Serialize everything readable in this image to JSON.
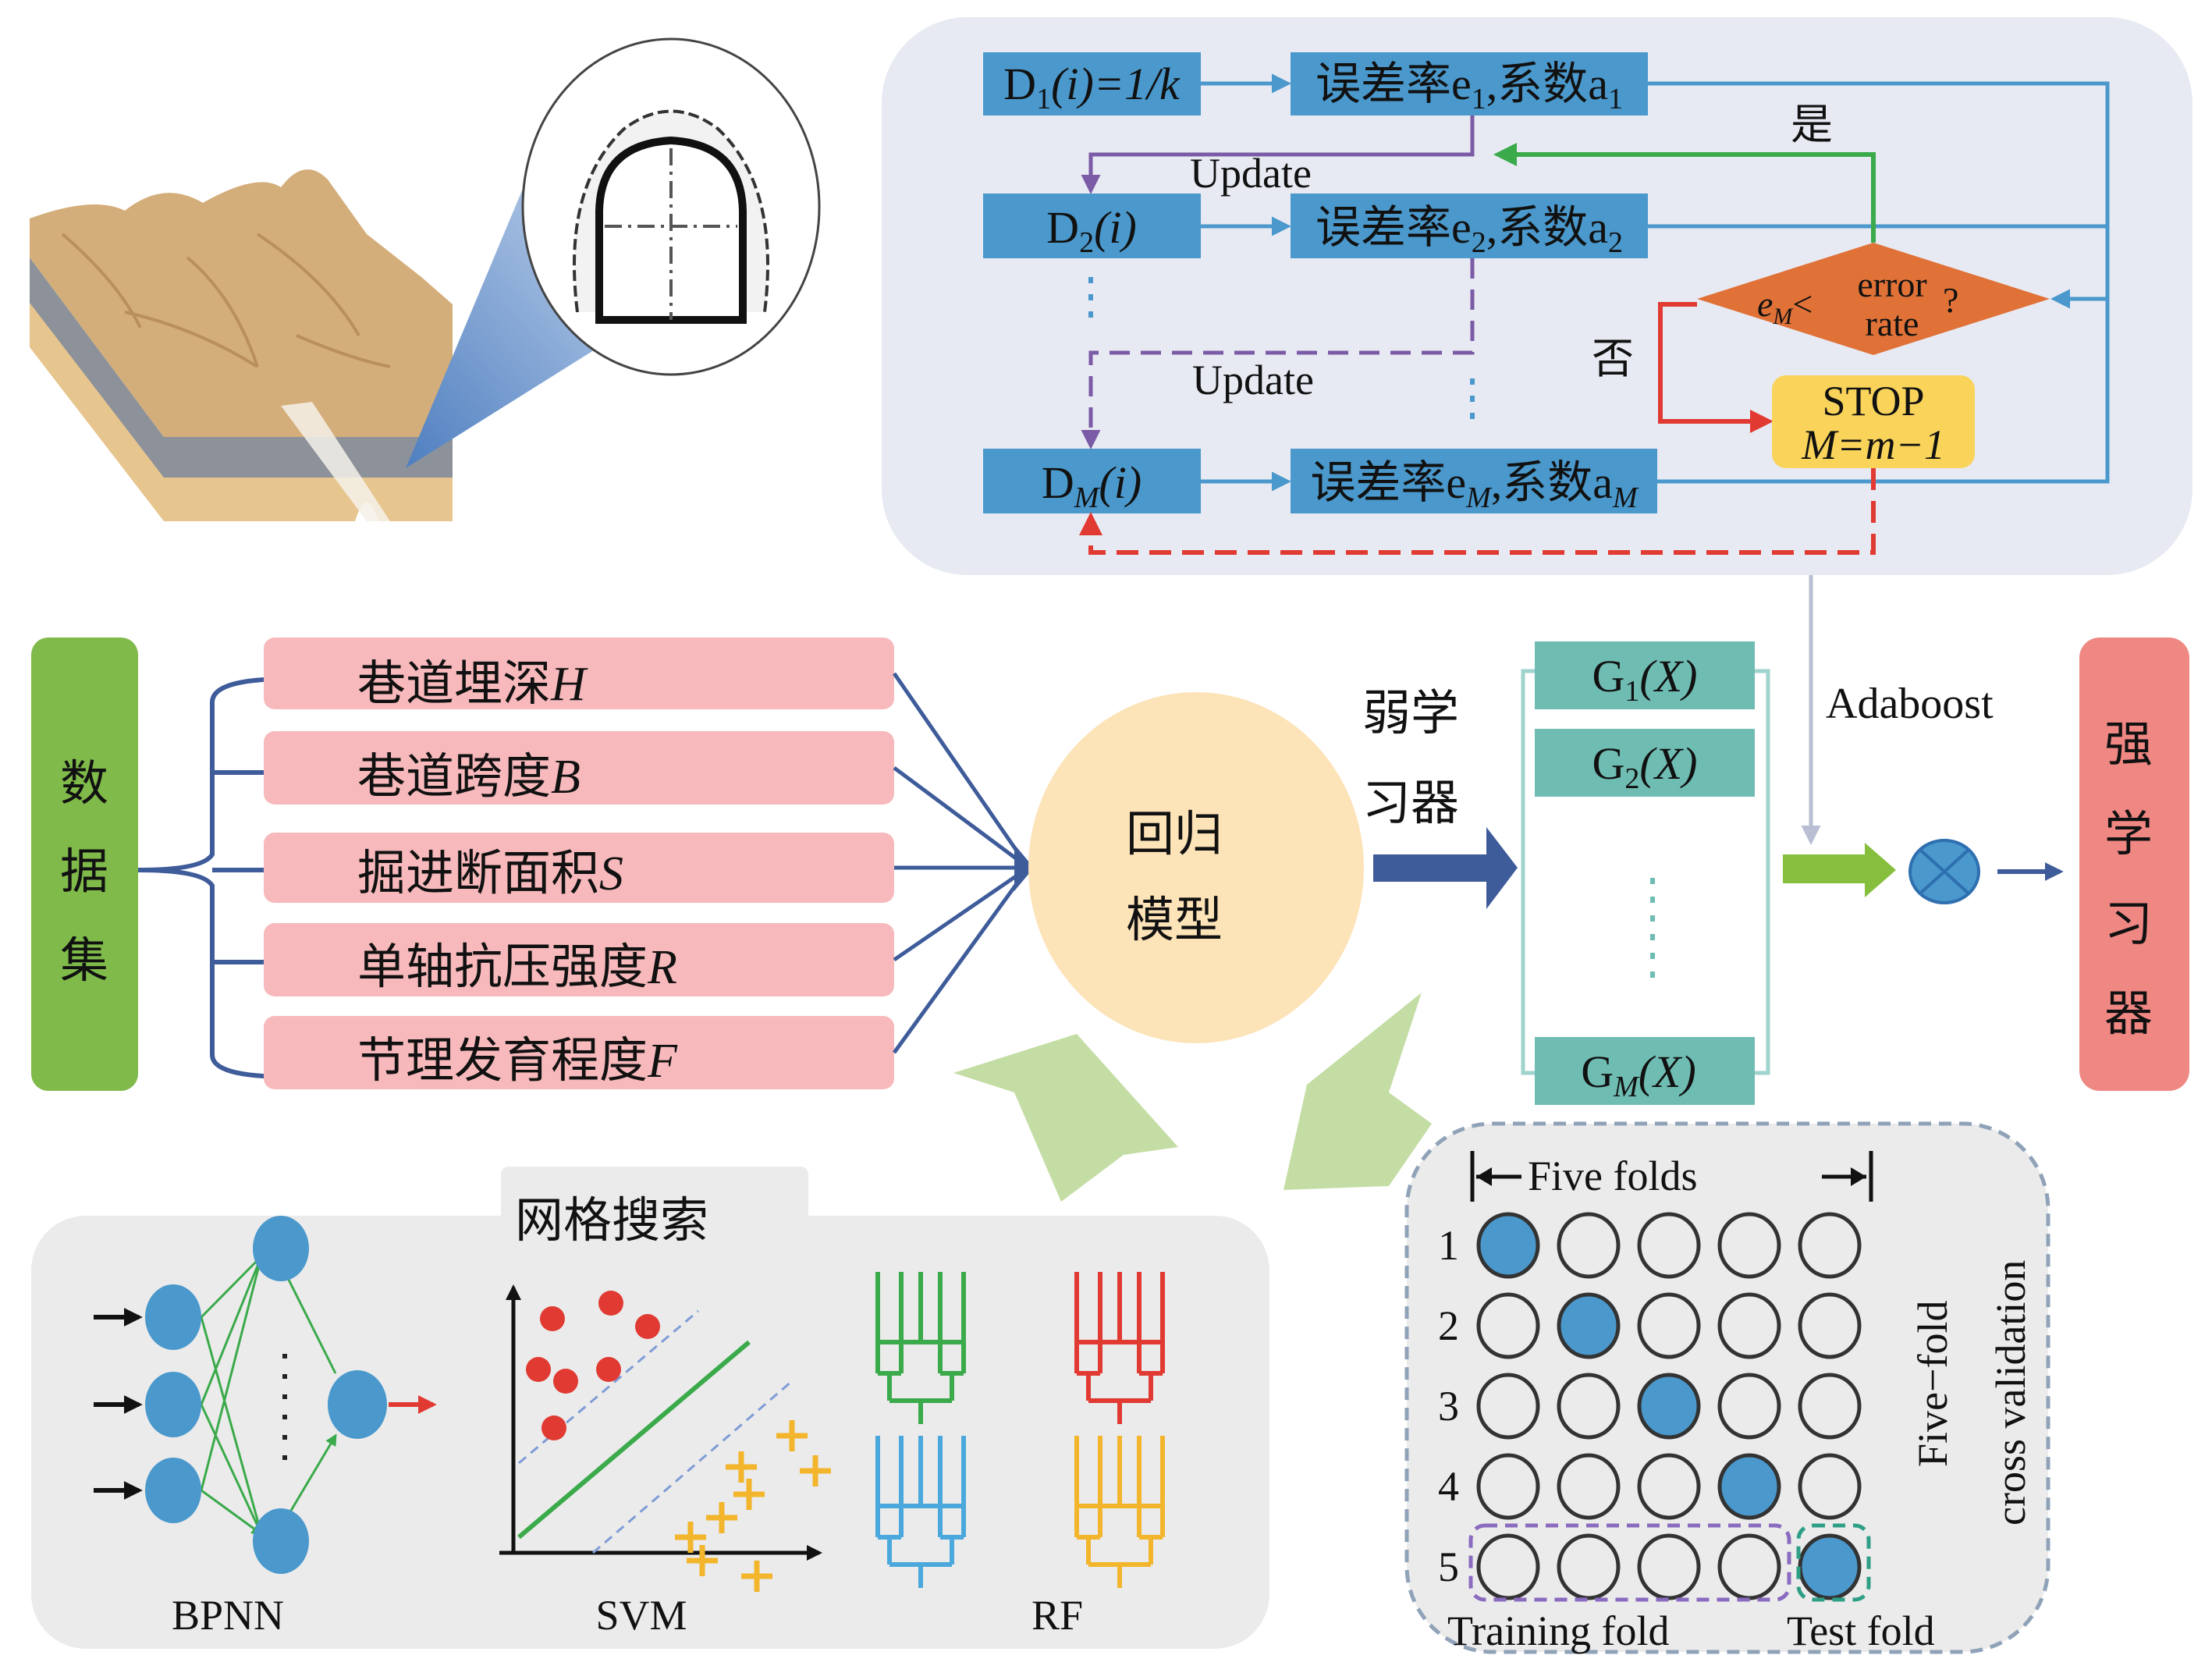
{
  "colors": {
    "flow_box": "#4a98cc",
    "flow_panel_bg": "#e8eaf3",
    "diamond": "#e07238",
    "stop_box": "#f9d35a",
    "dataset_bar": "#7fba4a",
    "feature_box": "#f7b9bb",
    "regression_circle": "#fde3b8",
    "weak_learner_box": "#6fbcb3",
    "strong_learner": "#ef8783",
    "green_arrow": "#86bf3e",
    "navy_arrow": "#3e5b9a",
    "update_line": "#7b5aa6",
    "yes_line": "#3aaa4a",
    "no_line": "#e03a32",
    "fold_fill": "#4a98cc"
  },
  "illustration": {
    "label": "tunnel-cross-section-illustration"
  },
  "adaboost_flow": {
    "d1": {
      "main": "D",
      "sub": "1",
      "rest": "(i)=1/k"
    },
    "d2": {
      "main": "D",
      "sub": "2",
      "rest": "(i)"
    },
    "dm": {
      "main": "D",
      "sub": "M",
      "rest": "(i)"
    },
    "err1": {
      "prefix": "误差率e",
      "sub1": "1",
      "mid": ",系数a",
      "sub2": "1"
    },
    "err2": {
      "prefix": "误差率e",
      "sub1": "2",
      "mid": ",系数a",
      "sub2": "2"
    },
    "errm": {
      "prefix": "误差率e",
      "sub1": "M",
      "mid": ",系数a",
      "sub2": "M"
    },
    "update_label_1": "Update",
    "update_label_2": "Update",
    "yes_label": "是",
    "no_label": "否",
    "decision": {
      "lhs": "e",
      "lhs_sub": "M",
      "op": "<",
      "line1": "error",
      "line2": "rate",
      "q": "?"
    },
    "stop": {
      "line1": "STOP",
      "line2": "M=m−1"
    },
    "vertical_ellipsis": "⋮"
  },
  "dataset": {
    "label_chars": [
      "数",
      "据",
      "集"
    ],
    "features": [
      {
        "text": "巷道埋深",
        "var": "H"
      },
      {
        "text": "巷道跨度",
        "var": "B"
      },
      {
        "text": "掘进断面积",
        "var": "S"
      },
      {
        "text": "单轴抗压强度",
        "var": "R"
      },
      {
        "text": "节理发育程度",
        "var": "F"
      }
    ]
  },
  "regression": {
    "line1": "回归",
    "line2": "模型"
  },
  "weak_learner_label": {
    "line1": "弱学",
    "line2": "习器"
  },
  "weak_learners": [
    {
      "main": "G",
      "sub": "1",
      "rest": "(X)"
    },
    {
      "main": "G",
      "sub": "2",
      "rest": "(X)"
    },
    {
      "main": "G",
      "sub": "M",
      "rest": "(X)"
    }
  ],
  "adaboost_label": "Adaboost",
  "strong_learner_chars": [
    "强",
    "学",
    "习",
    "器"
  ],
  "grid_search": {
    "tab_label": "网格搜索",
    "models": [
      "BPNN",
      "SVM",
      "RF"
    ]
  },
  "cross_validation": {
    "header": "Five folds",
    "row_labels": [
      "1",
      "2",
      "3",
      "4",
      "5"
    ],
    "test_fold_index_per_row": [
      0,
      1,
      2,
      3,
      4
    ],
    "side_label_1": "Five−fold",
    "side_label_2": "cross validation",
    "training_label": "Training fold",
    "test_label": "Test fold"
  }
}
